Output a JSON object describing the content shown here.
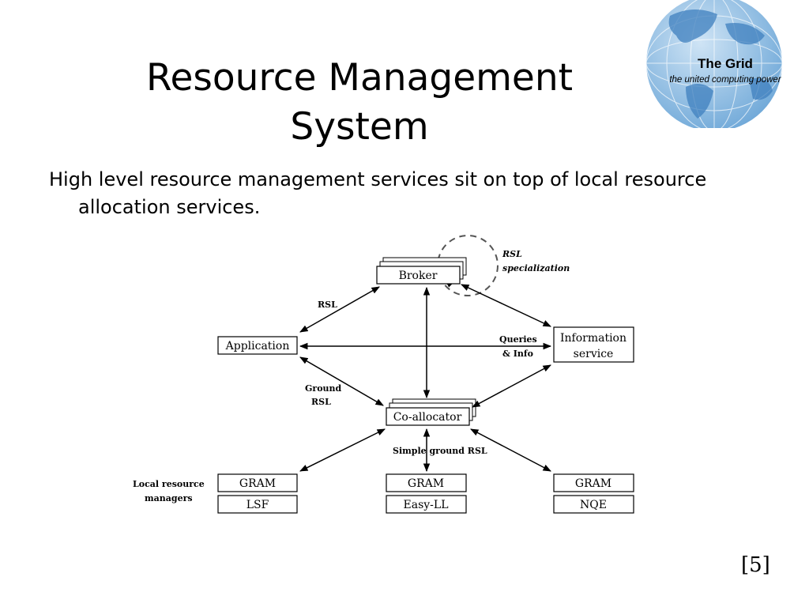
{
  "slide": {
    "title_line1": "Resource Management",
    "title_line2": "System",
    "body": "High level resource management services sit on top of local resource allocation services.",
    "citation": "[5]"
  },
  "logo": {
    "name": "The Grid",
    "tagline": "the united computing power",
    "globe_color": "#6fa8d8"
  },
  "diagram": {
    "nodes": {
      "broker": "Broker",
      "application": "Application",
      "information_service_line1": "Information",
      "information_service_line2": "service",
      "coallocator": "Co-allocator",
      "gram_left": "GRAM",
      "lsf": "LSF",
      "gram_mid": "GRAM",
      "easy_ll": "Easy-LL",
      "gram_right": "GRAM",
      "nqe": "NQE"
    },
    "labels": {
      "rsl": "RSL",
      "rsl_spec_line1": "RSL",
      "rsl_spec_line2": "specialization",
      "queries_line1": "Queries",
      "queries_line2": "& Info",
      "ground_line1": "Ground",
      "ground_line2": "RSL",
      "simple_ground": "Simple ground RSL",
      "local_line1": "Local resource",
      "local_line2": "managers"
    }
  }
}
